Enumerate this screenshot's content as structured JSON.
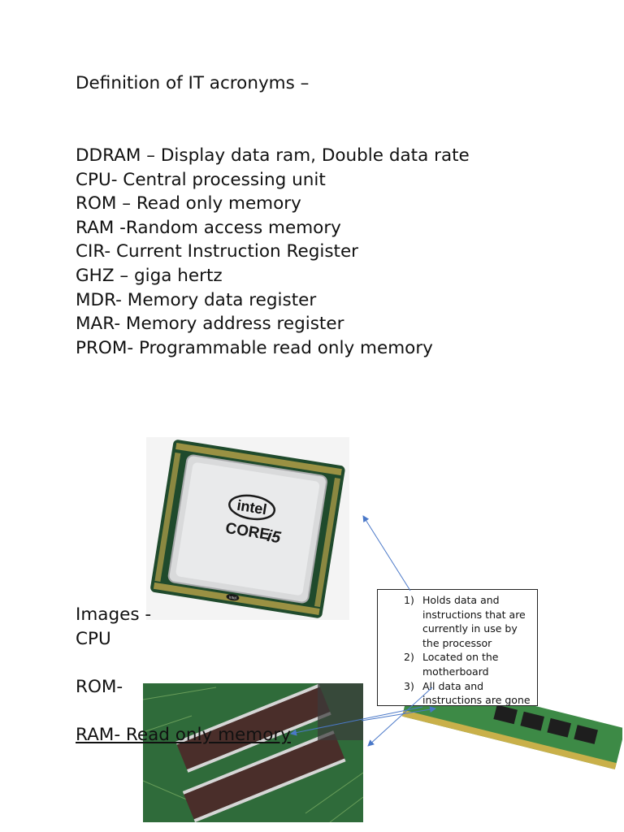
{
  "title": "Definition of IT acronyms –",
  "definitions": [
    "DDRAM – Display data ram, Double data rate",
    "CPU- Central processing unit",
    "ROM – Read only memory",
    "RAM -Random access memory",
    "CIR- Current Instruction Register",
    "GHZ – giga hertz",
    "MDR- Memory data register",
    "MAR- Memory address register",
    "PROM- Programmable read only memory"
  ],
  "images_section": {
    "label": "Images -",
    "cpu_label": "CPU",
    "rom_label": "ROM-",
    "ram_label": "RAM- Read only memory"
  },
  "cpu_image": {
    "brand": "intel",
    "model_prefix": "CORE",
    "model_suffix": "i5",
    "small_logo": "intel"
  },
  "callout": {
    "items": [
      {
        "num": "1)",
        "text": "Holds data and instructions that are currently in use by the processor"
      },
      {
        "num": "2)",
        "text": "Located on the motherboard"
      },
      {
        "num": "3)",
        "text": "All data and instructions are gone"
      }
    ]
  },
  "colors": {
    "arrow": "#4a78c8",
    "board": "#2f6b3a",
    "chip": "#4a2e2a",
    "ram_board": "#3d8a46"
  }
}
